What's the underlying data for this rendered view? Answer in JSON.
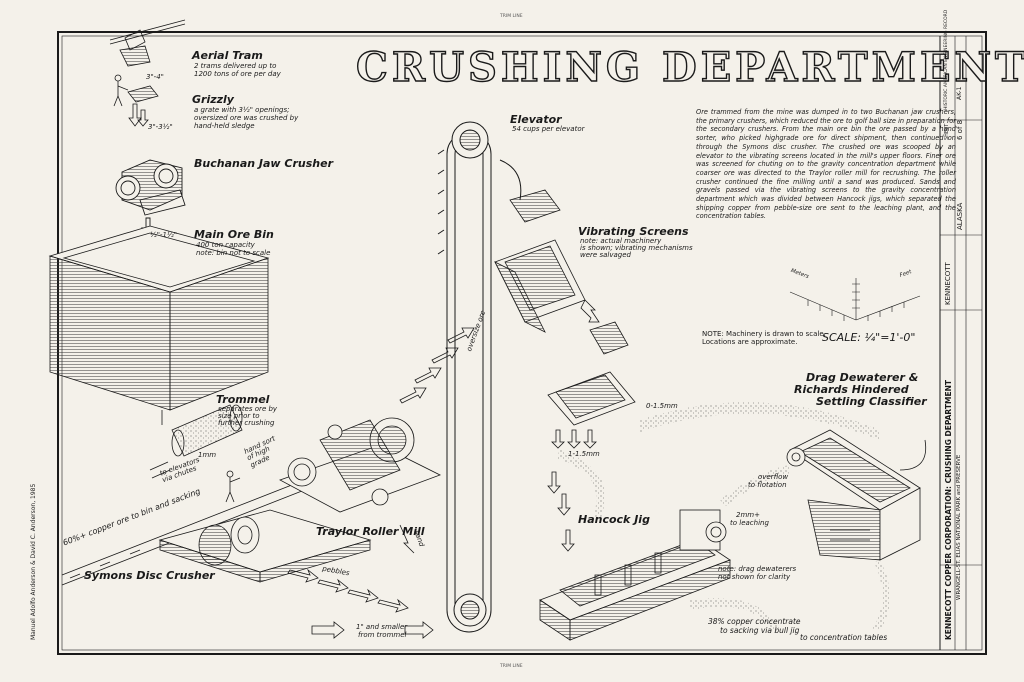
{
  "title": "CRUSHING DEPARTMENT",
  "labels": {
    "aerial_tram": "Aerial Tram",
    "aerial_tram_desc1": "2 trams delivered up to",
    "aerial_tram_desc2": "1200 tons of ore per day",
    "grizzly": "Grizzly",
    "grizzly_desc1": "a grate with 3½\" openings;",
    "grizzly_desc2": "oversized ore was crushed by",
    "grizzly_desc3": "hand-held sledge",
    "dim_3_4": "3\"-4\"",
    "dim_3_3half": "3\"-3½\"",
    "buchanan": "Buchanan Jaw Crusher",
    "dim_half": "½\"-1½\"",
    "main_ore_bin": "Main Ore Bin",
    "main_ore_bin_desc1": "400 ton capacity",
    "main_ore_bin_desc2": "note: bin not to scale",
    "trommel": "Trommel",
    "trommel_desc1": "separates ore by",
    "trommel_desc2": "size prior to",
    "trommel_desc3": "further crushing",
    "dim_1mm": "1mm",
    "hand_sort": "hand sort of high grade",
    "to_elevators": "to elevators via chutes",
    "copper_ore": "60%+ copper ore to bin and sacking",
    "symons": "Symons Disc Crusher",
    "traylor": "Traylor Roller Mill",
    "sand": "sand",
    "pebbles": "pebbles",
    "one_inch": "1\" and smaller",
    "from_trommel": "from trommel",
    "elevator": "Elevator",
    "elevator_desc": "54 cups per elevator",
    "oversize": "oversize ore",
    "vibrating": "Vibrating Screens",
    "vibrating_desc1": "note: actual machinery",
    "vibrating_desc2": "is shown; vibrating mechanisms",
    "vibrating_desc3": "were salvaged",
    "dim_0_1mm": "0-1.5mm",
    "dim_1_1mm": "1-1.5mm",
    "hancock": "Hancock Jig",
    "drag": "Drag Dewaterer &",
    "drag2": "Richards Hindered",
    "drag3": "Settling Classifier",
    "overflow1": "overflow",
    "overflow2": "to flotation",
    "two_mm1": "2mm+",
    "two_mm2": "to leaching",
    "drag_note1": "note: drag dewaterers",
    "drag_note2": "not shown for clarity",
    "concentrate1": "38% copper concentrate",
    "concentrate2": "to sacking via bull jig",
    "to_conc_tables": "to concentration tables",
    "machinery_note1": "NOTE: Machinery is drawn to scale.",
    "machinery_note2": "Locations are approximate.",
    "scale": "SCALE: ¼\"=1'-0\"",
    "meters": "Meters",
    "feet": "Feet"
  },
  "paragraph": "Ore trammed from the mine was dumped in to two Buchanan jaw crushers, the primary crushers, which reduced the ore to golf ball size in preparation for the secondary crushers. From the main ore bin the ore passed by a hand sorter, who picked highgrade ore for direct shipment, then continued on through the Symons disc crusher. The crushed ore was scooped by an elevator to the vibrating screens located in the mill's upper floors. Finer ore was screened for chuting on to the gravity concentration department while coarser ore was directed to the Traylor roller mill for recrushing. The roller crusher continued the fine milling until a sand was produced. Sands and gravels passed via the vibrating screens to the gravity concentration department which was divided between Hancock jigs, which separated the shipping copper from pebble-size ore sent to the leaching plant, and the concentration tables.",
  "title_block": {
    "main": "KENNECOTT COPPER CORPORATION: CRUSHING DEPARTMENT",
    "location": "WRANGELL-ST. ELIAS NATIONAL PARK and PRESERVE",
    "place": "KENNECOTT",
    "state": "ALASKA",
    "sheet_label": "SHEET",
    "sheet": "6 of 8",
    "survey": "HISTORIC AMERICAN ENGINEERING RECORD",
    "survey_no": "AK-1",
    "delineators": "Manuel Adolfo Anderson & David C. Anderson, 1985"
  },
  "edge_marks": {
    "top": "TRIM LINE",
    "bottom": "TRIM LINE"
  }
}
